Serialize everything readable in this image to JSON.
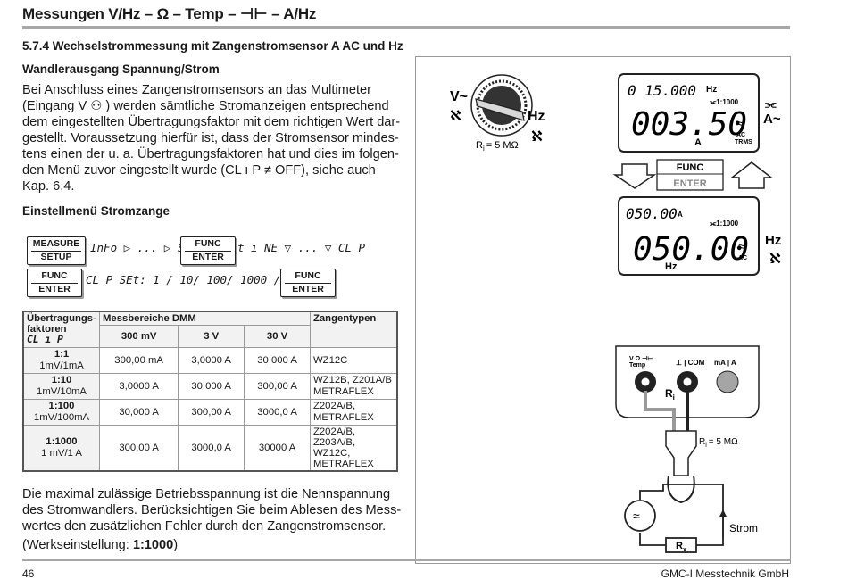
{
  "header": {
    "title": "Messungen V/Hz – Ω – Temp – ⊣⊢ – A/Hz"
  },
  "section": {
    "heading": "5.7.4  Wechselstrommessung mit Zangenstromsensor A AC und Hz",
    "sub1": "Wandlerausgang Spannung/Strom",
    "para1": [
      "Bei Anschluss eines Zangenstromsensors an das Multimeter",
      "(Eingang V ⚇ ) werden sämtliche Stromanzeigen entsprechend",
      "dem eingestellten Übertragungsfaktor mit dem richtigen Wert dar-",
      "gestellt. Voraussetzung hierfür ist, dass der Stromsensor mindes-",
      "tens einen der u. a. Übertragungsfaktoren hat und dies im folgen-",
      "den Menü zuvor eingestellt wurde (CL ı P ≠ OFF), siehe auch",
      "Kap. 6.4."
    ],
    "sub2": "Einstellmenü Stromzange"
  },
  "menu": {
    "measure_top": "MEASURE",
    "measure_bottom": "SETUP",
    "func_top": "FUNC",
    "func_bottom": "ENTER",
    "line1_a": "InFo ▷ ... ▷ SEt",
    "line1_b": "t ı NE ▽ ... ▽ CL P",
    "line2_a": "CL P SEt: 1 / 10/ 100/ 1000 / OFF △▽"
  },
  "table": {
    "h_factor": "Übertragungs-faktoren",
    "h_factor_seg": "CL ı P",
    "h_ranges": "Messbereiche DMM",
    "h_clamps": "Zangentypen",
    "sub_headers": [
      "300 mV",
      "3 V",
      "30 V"
    ],
    "rows": [
      {
        "ratio": "1:1",
        "unit": "1mV/1mA",
        "v1": "300,00 mA",
        "v2": "3,0000 A",
        "v3": "30,000 A",
        "types": "WZ12C"
      },
      {
        "ratio": "1:10",
        "unit": "1mV/10mA",
        "v1": "3,0000 A",
        "v2": "30,000 A",
        "v3": "300,00 A",
        "types": "WZ12B, Z201A/B METRAFLEX"
      },
      {
        "ratio": "1:100",
        "unit": "1mV/100mA",
        "v1": "30,000 A",
        "v2": "300,00 A",
        "v3": "3000,0 A",
        "types": "Z202A/B, METRAFLEX"
      },
      {
        "ratio": "1:1000",
        "unit": "1 mV/1 A",
        "v1": "300,00 A",
        "v2": "3000,0 A",
        "v3": "30000 A",
        "types": "Z202A/B, Z203A/B, WZ12C, METRAFLEX"
      }
    ]
  },
  "after": {
    "para2": [
      "Die maximal zulässige Betriebsspannung ist die Nennspannung",
      "des Stromwandlers. Berücksichtigen Sie beim Ablesen des Mess-",
      "wertes den zusätzlichen Fehler durch den Zangenstromsensor."
    ],
    "werk_label": "(Werkseinstellung: ",
    "werk_value": "1:1000",
    "werk_close": ")"
  },
  "figure": {
    "dial_v": "V~",
    "dial_hz": "Hz",
    "dial_ri": "R",
    "dial_ri_sub": "i",
    "dial_ri_val": "= 5 MΩ",
    "lcd1_top": "0 15.000",
    "lcd1_top_unit": "Hz",
    "lcd1_ratio": "⫘1:1000",
    "lcd1_main": "003.50",
    "lcd1_unit": "A",
    "lcd1_ac": "AC",
    "lcd1_trms": "TRMS",
    "lcd1_side": "A~",
    "func_top": "FUNC",
    "func_bottom": "ENTER",
    "lcd2_top": "050.00",
    "lcd2_top_unit": "A",
    "lcd2_ratio": "⫘1:1000",
    "lcd2_main": "050.00",
    "lcd2_unit": "Hz",
    "lcd2_ac": "AC",
    "lcd2_side": "Hz",
    "jack1_label": "V Ω ⊣⊢",
    "jack1_label2": "Temp",
    "jack2_label": "⊥ | COM",
    "jack3_label": "mA | A",
    "jack_ri": "R",
    "jack_ri_sub": "i",
    "clamp_ri": "R",
    "clamp_ri_sub": "i",
    "clamp_ri_val": "= 5 MΩ",
    "rx": "R",
    "rx_sub": "x",
    "strom": "Strom"
  },
  "footer": {
    "page": "46",
    "company": "GMC-I Messtechnik GmbH"
  }
}
